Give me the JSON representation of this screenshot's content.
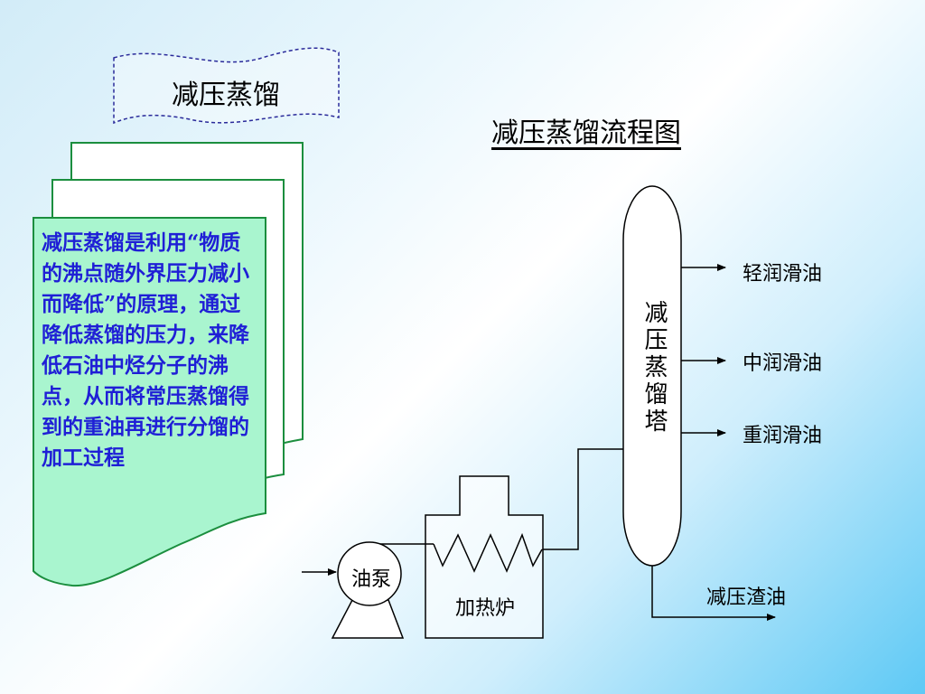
{
  "banner": {
    "title": "减压蒸馏"
  },
  "description": {
    "text": "减压蒸馏是利用“物质的沸点随外界压力减小而降低”的原理，通过降低蒸馏的压力，来降低石油中烃分子的沸点，从而将常压蒸馏得到的重油再进行分馏的加工过程"
  },
  "diagram": {
    "title": "减压蒸馏流程图",
    "tower": "减压蒸馏塔",
    "products": {
      "light": "轻润滑油",
      "medium": "中润滑油",
      "heavy": "重润滑油",
      "residue": "减压渣油"
    },
    "pump": "油泵",
    "furnace": "加热炉"
  },
  "colors": {
    "card_fill": "#a9f5cf",
    "card_border": "#1b8e3e",
    "text_blue": "#1f1fd6",
    "line": "#000000"
  }
}
